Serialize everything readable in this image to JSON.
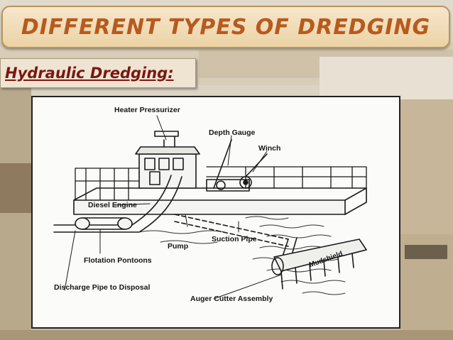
{
  "slide": {
    "title": "DIFFERENT TYPES OF DREDGING",
    "subtitle": "Hydraulic Dredging:"
  },
  "diagram": {
    "labels": {
      "heater_pressurizer": "Heater Pressurizer",
      "depth_gauge": "Depth Gauge",
      "winch": "Winch",
      "diesel_engine": "Diesel Engine",
      "pump": "Pump",
      "suction_pipe": "Suction Pipe",
      "flotation_pontoons": "Flotation Pontoons",
      "discharge_pipe": "Discharge Pipe to Disposal",
      "auger_cutter": "Auger Cutter Assembly",
      "mudshield": "Mudshield"
    }
  },
  "colors": {
    "title_text": "#b75a1e",
    "subtitle_text": "#7a1712",
    "banner": "#f6e6cb"
  }
}
